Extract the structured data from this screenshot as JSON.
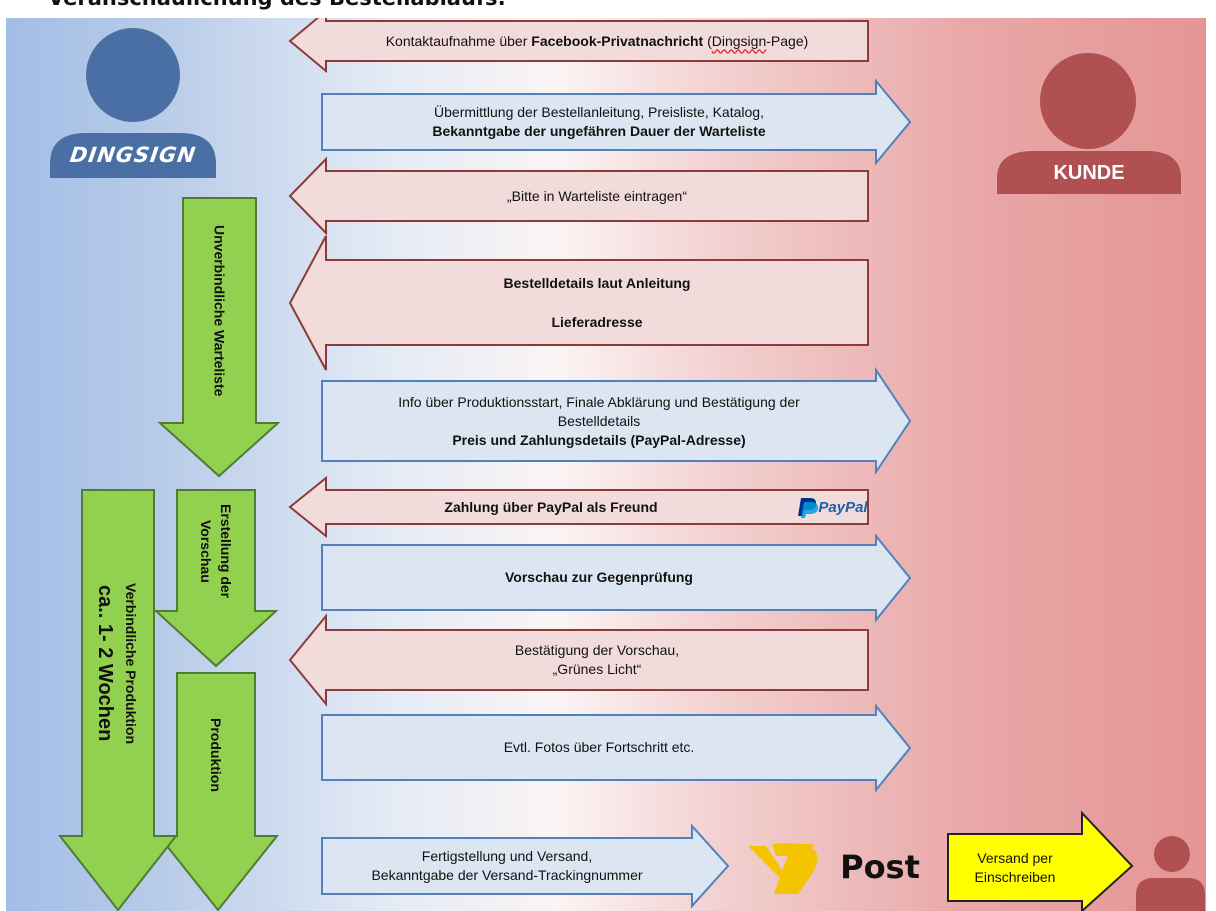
{
  "title": "Veranschaulichung des Bestellablaufs:",
  "dingsign": {
    "logo_text": "DINGSIGN"
  },
  "kunde": {
    "label": "KUNDE"
  },
  "colors": {
    "to_customer_arrow": "#dce6f2",
    "to_dingsign_arrow": "#f2dcdb",
    "to_customer_border": "#4f81bd",
    "to_dingsign_border": "#8c3a3a",
    "phase_arrow": "#92d050",
    "shipping_arrow": "#ffff00",
    "person_blue": "#4a6fa5",
    "person_red": "#b05050"
  },
  "steps": [
    {
      "direction": "to-dingsign",
      "pre": "Kontaktaufnahme über ",
      "bold": "Facebook-Privatnachricht",
      "post": " (",
      "underlined": "Dingsign",
      "post2": "-Page)"
    },
    {
      "direction": "to-customer",
      "line1": "Übermittlung der Bestellanleitung, Preisliste, Katalog,",
      "line2_bold": "Bekanntgabe der ungefähren Dauer der Warteliste"
    },
    {
      "direction": "to-dingsign",
      "text": "„Bitte in Warteliste eintragen“"
    },
    {
      "direction": "to-dingsign",
      "line1_bold": "Bestelldetails laut Anleitung",
      "line2_bold": "Lieferadresse"
    },
    {
      "direction": "to-customer",
      "line1": "Info über Produktionsstart, Finale Abklärung und Bestätigung der",
      "line2": "Bestelldetails",
      "line3_bold": "Preis und Zahlungsdetails (PayPal-Adresse)"
    },
    {
      "direction": "to-dingsign",
      "text_bold": "Zahlung über PayPal als Freund",
      "logo_text": "PayPal"
    },
    {
      "direction": "to-customer",
      "text_bold": "Vorschau zur Gegenprüfung"
    },
    {
      "direction": "to-dingsign",
      "line1": "Bestätigung der Vorschau,",
      "line2": "„Grünes Licht“"
    },
    {
      "direction": "to-customer",
      "text": "Evtl. Fotos über Fortschritt etc."
    },
    {
      "direction": "to-customer",
      "line1": "Fertigstellung und Versand,",
      "line2": "Bekanntgabe der Versand-Trackingnummer"
    }
  ],
  "phases": {
    "warteliste": "Unverbindliche Warteliste",
    "vorschau": "Erstellung der Vorschau",
    "produktion": "Produktion",
    "verbindlich_line1": "Verbindliche Produktion",
    "verbindlich_line2": "ca.. 1- 2 Wochen"
  },
  "post_logo": {
    "text": "Post"
  },
  "shipping": {
    "line1": "Versand per",
    "line2": "Einschreiben"
  }
}
